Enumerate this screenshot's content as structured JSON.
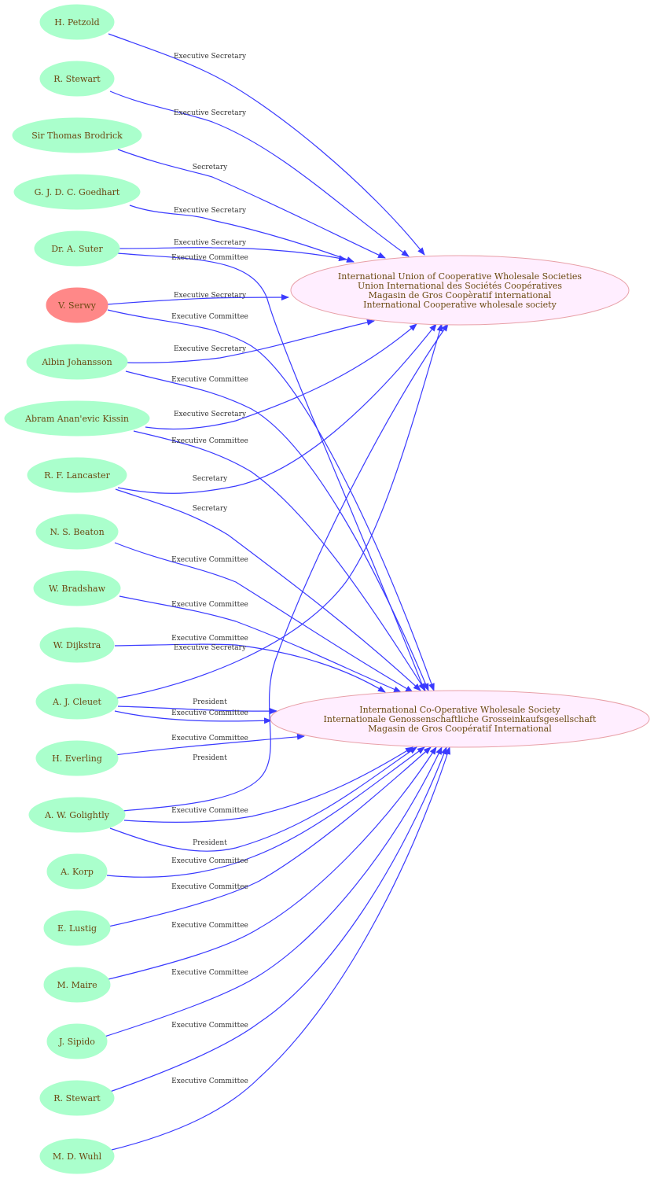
{
  "colors": {
    "person_fill": "#aaffcc",
    "highlight_fill": "#ff8888",
    "org_fill": "#ffeeff",
    "org_stroke": "#e8a0a8",
    "edge": "#3a3aff",
    "label_text": "#6b4a12"
  },
  "organizations": [
    {
      "id": "iucws",
      "lines": [
        "International Union of Cooperative Wholesale Societies",
        "Union International des Sociétés Coopératives",
        "Magasin de Gros Coopèratif international",
        "International Cooperative wholesale society"
      ]
    },
    {
      "id": "icws",
      "lines": [
        "International Co-Operative Wholesale Society",
        "Internationale Genossenschaftliche Grosseinkaufsgesellschaft",
        "Magasin de Gros Coopératif International"
      ]
    }
  ],
  "people": [
    {
      "id": "petzold",
      "label": "H. Petzold"
    },
    {
      "id": "rstewart1",
      "label": "R.  Stewart"
    },
    {
      "id": "brodrick",
      "label": "Sir Thomas Brodrick"
    },
    {
      "id": "goedhart",
      "label": "G. J. D. C.  Goedhart"
    },
    {
      "id": "suter",
      "label": "Dr. A.  Suter"
    },
    {
      "id": "serwy",
      "label": "V. Serwy",
      "highlight": true
    },
    {
      "id": "johansson",
      "label": "Albin Johansson"
    },
    {
      "id": "kissin",
      "label": "Abram Anan'evic Kissin"
    },
    {
      "id": "lancaster",
      "label": "R. F. Lancaster"
    },
    {
      "id": "beaton",
      "label": "N. S. Beaton"
    },
    {
      "id": "bradshaw",
      "label": "W. Bradshaw"
    },
    {
      "id": "dijkstra",
      "label": "W. Dijkstra"
    },
    {
      "id": "cleuet",
      "label": "A. J. Cleuet"
    },
    {
      "id": "everling",
      "label": "H. Everling"
    },
    {
      "id": "golightly",
      "label": "A. W. Golightly"
    },
    {
      "id": "korp",
      "label": "A. Korp"
    },
    {
      "id": "lustig",
      "label": "E. Lustig"
    },
    {
      "id": "maire",
      "label": "M. Maire"
    },
    {
      "id": "sipido",
      "label": "J. Sipido"
    },
    {
      "id": "rstewart2",
      "label": "R. Stewart"
    },
    {
      "id": "wuhl",
      "label": "M. D. Wuhl"
    }
  ],
  "edges": [
    {
      "from": "petzold",
      "to": "iucws",
      "label": "Executive Secretary"
    },
    {
      "from": "rstewart1",
      "to": "iucws",
      "label": "Executive Secretary"
    },
    {
      "from": "brodrick",
      "to": "iucws",
      "label": "Secretary"
    },
    {
      "from": "goedhart",
      "to": "iucws",
      "label": "Executive Secretary"
    },
    {
      "from": "suter",
      "to": "iucws",
      "label": "Executive Secretary"
    },
    {
      "from": "suter",
      "to": "icws",
      "label": "Executive Committee"
    },
    {
      "from": "serwy",
      "to": "iucws",
      "label": "Executive Secretary"
    },
    {
      "from": "serwy",
      "to": "icws",
      "label": "Executive Committee"
    },
    {
      "from": "johansson",
      "to": "iucws",
      "label": "Executive Secretary"
    },
    {
      "from": "johansson",
      "to": "icws",
      "label": "Executive Committee"
    },
    {
      "from": "kissin",
      "to": "iucws",
      "label": "Executive Secretary"
    },
    {
      "from": "kissin",
      "to": "icws",
      "label": "Executive Committee"
    },
    {
      "from": "lancaster",
      "to": "iucws",
      "label": "Secretary"
    },
    {
      "from": "lancaster",
      "to": "icws",
      "label": "Secretary"
    },
    {
      "from": "beaton",
      "to": "icws",
      "label": "Executive Committee"
    },
    {
      "from": "bradshaw",
      "to": "icws",
      "label": "Executive Committee"
    },
    {
      "from": "dijkstra",
      "to": "icws",
      "label": "Executive Committee"
    },
    {
      "from": "cleuet",
      "to": "iucws",
      "label": "Executive Secretary"
    },
    {
      "from": "cleuet",
      "to": "icws",
      "label": "President"
    },
    {
      "from": "cleuet",
      "to": "icws",
      "label": "Executive Committee"
    },
    {
      "from": "everling",
      "to": "icws",
      "label": "Executive Committee"
    },
    {
      "from": "golightly",
      "to": "iucws",
      "label": "President"
    },
    {
      "from": "golightly",
      "to": "icws",
      "label": "Executive Committee"
    },
    {
      "from": "golightly",
      "to": "icws",
      "label": "President"
    },
    {
      "from": "korp",
      "to": "icws",
      "label": "Executive Committee"
    },
    {
      "from": "lustig",
      "to": "icws",
      "label": "Executive Committee"
    },
    {
      "from": "maire",
      "to": "icws",
      "label": "Executive Committee"
    },
    {
      "from": "sipido",
      "to": "icws",
      "label": "Executive Committee"
    },
    {
      "from": "rstewart2",
      "to": "icws",
      "label": "Executive Committee"
    },
    {
      "from": "wuhl",
      "to": "icws",
      "label": "Executive Committee"
    }
  ]
}
